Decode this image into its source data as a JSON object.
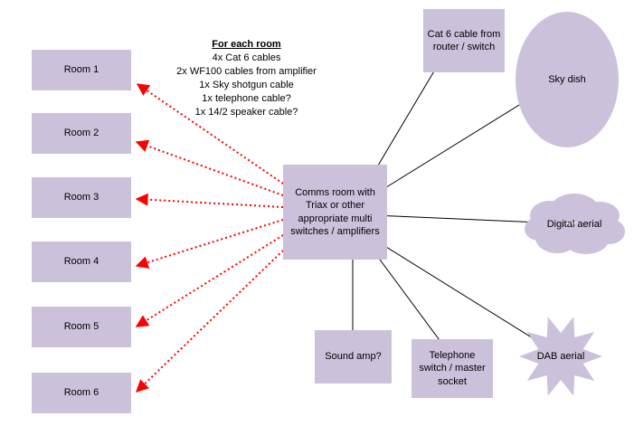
{
  "notes": {
    "title": "For each room",
    "items": [
      "4x Cat 6 cables",
      "2x WF100 cables from amplifier",
      "1x Sky shotgun cable",
      "1x telephone cable?",
      "1x 14/2 speaker cable?"
    ]
  },
  "nodes": {
    "rooms": [
      {
        "label": "Room 1"
      },
      {
        "label": "Room 2"
      },
      {
        "label": "Room 3"
      },
      {
        "label": "Room 4"
      },
      {
        "label": "Room 5"
      },
      {
        "label": "Room 6"
      }
    ],
    "comms": {
      "label": "Comms room with Triax or other appropriate multi switches / amplifiers"
    },
    "cat6": {
      "label": "Cat 6 cable from router / switch"
    },
    "sky_dish": {
      "label": "Sky dish"
    },
    "digital_aerial": {
      "label": "Digital aerial"
    },
    "dab_aerial": {
      "label": "DAB aerial"
    },
    "sound_amp": {
      "label": "Sound amp?"
    },
    "telephone": {
      "label": "Telephone switch / master socket"
    }
  },
  "colors": {
    "node_fill": "#ccc1da",
    "connector": "#000000",
    "room_feed_arrow": "#ff0000"
  }
}
